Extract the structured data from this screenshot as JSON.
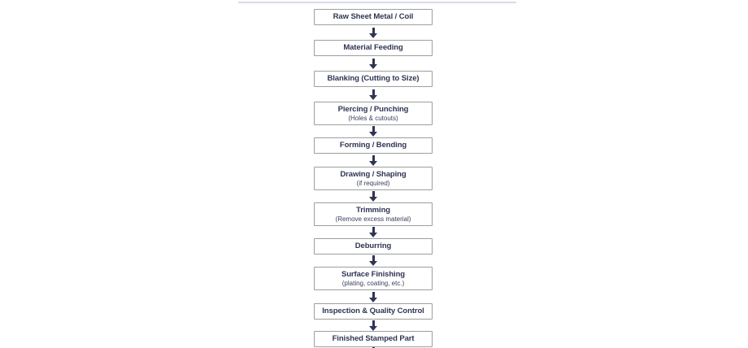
{
  "colors": {
    "text": "#2f3553",
    "arrow": "#2f3553",
    "box_border": "#9e9e9e",
    "box_fill": "#ffffff",
    "top_divider": "#d9dae8",
    "background": "#ffffff"
  },
  "flowchart": {
    "type": "vertical-process-flow",
    "connector": "down-arrow",
    "nodes": [
      {
        "title": "Raw Sheet Metal / Coil"
      },
      {
        "title": "Material Feeding"
      },
      {
        "title": "Blanking (Cutting to Size)"
      },
      {
        "title": "Piercing / Punching",
        "subtitle": "(Holes & cutouts)"
      },
      {
        "title": "Forming / Bending"
      },
      {
        "title": "Drawing / Shaping",
        "subtitle": "(if required)"
      },
      {
        "title": "Trimming",
        "subtitle": "(Remove excess material)"
      },
      {
        "title": "Deburring"
      },
      {
        "title": "Surface Finishing",
        "subtitle": "(plating, coating, etc.)"
      },
      {
        "title": "Inspection & Quality Control"
      },
      {
        "title": "Finished Stamped Part"
      }
    ]
  }
}
